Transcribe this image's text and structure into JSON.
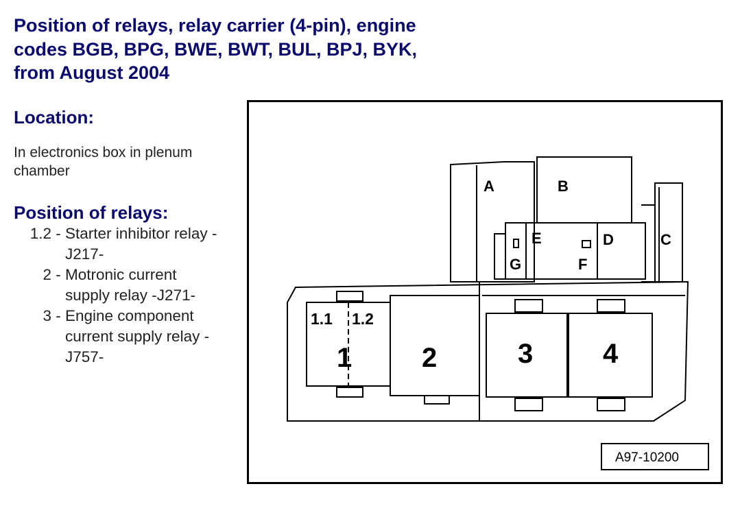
{
  "title": "Position of relays, relay carrier (4-pin), engine codes BGB, BPG, BWE, BWT, BUL, BPJ, BYK, from August 2004",
  "location": {
    "heading": "Location:",
    "text": "In electronics box in plenum chamber"
  },
  "relays": {
    "heading": "Position of relays:",
    "items": [
      {
        "num": "1.2 - ",
        "desc": "Starter inhibitor relay -\nJ217-"
      },
      {
        "num": "2 - ",
        "desc": "Motronic current\nsupply relay -J271-"
      },
      {
        "num": "3 - ",
        "desc": "Engine component\ncurrent supply relay -\nJ757-"
      }
    ]
  },
  "figure": {
    "labels": {
      "A": "A",
      "B": "B",
      "C": "C",
      "D": "D",
      "E": "E",
      "F": "F",
      "G": "G",
      "s11": "1.1",
      "s12": "1.2",
      "r1": "1",
      "r2": "2",
      "r3": "3",
      "r4": "4"
    },
    "ref": "A97-10200"
  }
}
